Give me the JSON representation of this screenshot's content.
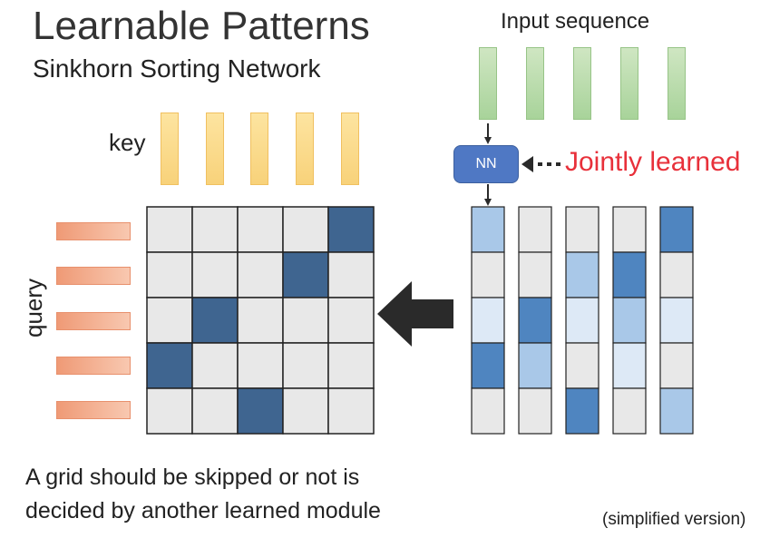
{
  "title": "Learnable Patterns",
  "subtitle": "Sinkhorn Sorting Network",
  "labels": {
    "key": "key",
    "query": "query",
    "input_sequence": "Input sequence",
    "nn": "NN",
    "jointly_learned": "Jointly learned"
  },
  "caption_lines": [
    "A grid should be skipped or not is",
    "decided by another learned module"
  ],
  "note": "(simplified version)",
  "colors": {
    "key_bar": "#f8d27a",
    "input_bar": "#a8d39a",
    "query_bar": "#ef9a76",
    "nn_box": "#4f78c4",
    "grid_empty": "#e8e8e8",
    "grid_selected": "#3f6590",
    "jointly_text": "#e8303a",
    "arrow": "#2a2a2a"
  },
  "attention_grid": [
    [
      0,
      0,
      0,
      0,
      1
    ],
    [
      0,
      0,
      0,
      1,
      0
    ],
    [
      0,
      1,
      0,
      0,
      0
    ],
    [
      1,
      0,
      0,
      0,
      0
    ],
    [
      0,
      0,
      1,
      0,
      0
    ]
  ],
  "score_columns": [
    [
      "#a9c8e8",
      "#e8e8e8",
      "#dde9f6",
      "#4f85c0",
      "#e8e8e8"
    ],
    [
      "#e8e8e8",
      "#e8e8e8",
      "#4f85c0",
      "#a9c8e8",
      "#e8e8e8"
    ],
    [
      "#e8e8e8",
      "#a9c8e8",
      "#dde9f6",
      "#e8e8e8",
      "#4f85c0"
    ],
    [
      "#e8e8e8",
      "#4f85c0",
      "#a9c8e8",
      "#dde9f6",
      "#e8e8e8"
    ],
    [
      "#4f85c0",
      "#e8e8e8",
      "#dde9f6",
      "#e8e8e8",
      "#a9c8e8"
    ]
  ]
}
